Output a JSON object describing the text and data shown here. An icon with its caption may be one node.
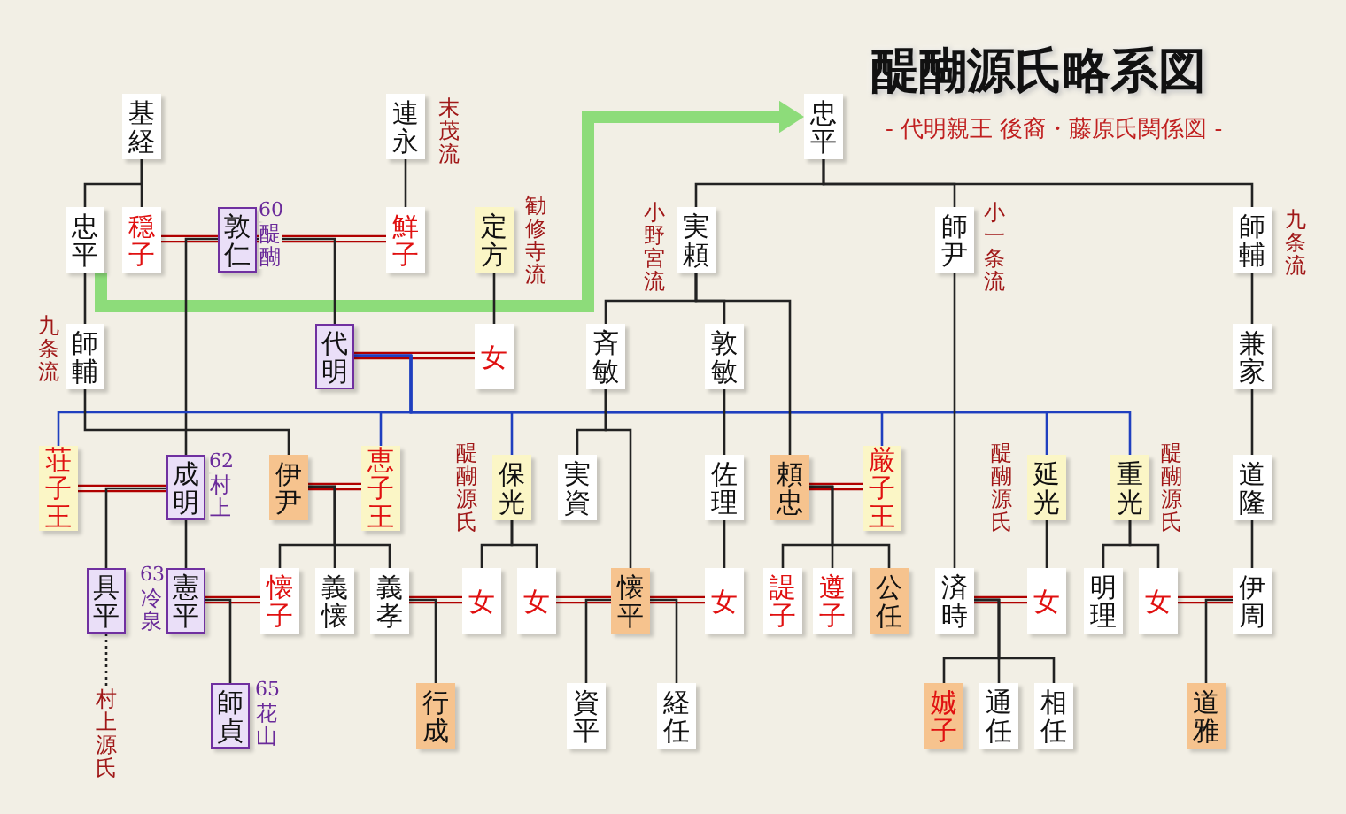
{
  "diagram": {
    "title": "醍醐源氏略系図",
    "caption": "- 代明親王 後裔・藤原氏関係図 -",
    "nodes": [
      {
        "text": [
          "基経"
        ]
      },
      {
        "text": [
          "連永"
        ],
        "beside": [
          "末茂流"
        ]
      },
      {
        "text": [
          "忠平"
        ]
      },
      {
        "text": [
          "忠平"
        ]
      },
      {
        "text": [
          "穏子"
        ]
      },
      {
        "text": [
          "敦仁"
        ],
        "beside": [
          "60",
          "醍醐"
        ]
      },
      {
        "text": [
          "鮮子"
        ]
      },
      {
        "text": [
          "定方"
        ],
        "beside": [
          "勧修寺流"
        ]
      },
      {
        "text": [
          "実頼"
        ],
        "beside": [
          "小野宮流"
        ]
      },
      {
        "text": [
          "師尹"
        ],
        "beside": [
          "小一条流"
        ]
      },
      {
        "text": [
          "師輔"
        ],
        "beside": [
          "九条流"
        ]
      },
      {
        "text": [
          "師輔"
        ],
        "beside": [
          "九条流"
        ]
      },
      {
        "text": [
          "代明"
        ]
      },
      {
        "text": [
          "女"
        ]
      },
      {
        "text": [
          "斉敏"
        ]
      },
      {
        "text": [
          "敦敏"
        ]
      },
      {
        "text": [
          "兼家"
        ]
      },
      {
        "text": [
          "荘子王"
        ]
      },
      {
        "text": [
          "成明"
        ],
        "beside": [
          "62",
          "村上"
        ]
      },
      {
        "text": [
          "伊尹"
        ]
      },
      {
        "text": [
          "恵子王"
        ]
      },
      {
        "text": [
          "保光"
        ],
        "beside": [
          "醍醐源氏"
        ]
      },
      {
        "text": [
          "実資"
        ]
      },
      {
        "text": [
          "佐理"
        ]
      },
      {
        "text": [
          "頼忠"
        ]
      },
      {
        "text": [
          "厳子王"
        ]
      },
      {
        "text": [
          "延光"
        ],
        "beside": [
          "醍醐源氏"
        ]
      },
      {
        "text": [
          "重光"
        ],
        "beside": [
          "醍醐源氏"
        ]
      },
      {
        "text": [
          "道隆"
        ]
      },
      {
        "text": [
          "具平"
        ]
      },
      {
        "text": [
          "憲平"
        ],
        "beside": [
          "63",
          "冷泉"
        ]
      },
      {
        "text": [
          "懐子"
        ]
      },
      {
        "text": [
          "義懐"
        ]
      },
      {
        "text": [
          "義孝"
        ]
      },
      {
        "text": [
          "女"
        ]
      },
      {
        "text": [
          "女"
        ]
      },
      {
        "text": [
          "懐平"
        ]
      },
      {
        "text": [
          "女"
        ]
      },
      {
        "text": [
          "諟子"
        ]
      },
      {
        "text": [
          "遵子"
        ]
      },
      {
        "text": [
          "公任"
        ]
      },
      {
        "text": [
          "済時"
        ]
      },
      {
        "text": [
          "女"
        ]
      },
      {
        "text": [
          "明理"
        ]
      },
      {
        "text": [
          "女"
        ]
      },
      {
        "text": [
          "伊周"
        ]
      },
      {
        "text": [
          "師貞"
        ],
        "beside": [
          "65",
          "花山"
        ]
      },
      {
        "text": [
          "行成"
        ]
      },
      {
        "text": [
          "資平"
        ]
      },
      {
        "text": [
          "経任"
        ]
      },
      {
        "text": [
          "娍子"
        ]
      },
      {
        "text": [
          "通任"
        ]
      },
      {
        "text": [
          "相任"
        ]
      },
      {
        "text": [
          "道雅"
        ]
      },
      {
        "text": [
          "村上源氏"
        ]
      }
    ],
    "edges": [
      {
        "from": 0,
        "to": 3,
        "arrow": "none"
      },
      {
        "from": 0,
        "to": 4,
        "arrow": "none"
      },
      {
        "from": 4,
        "to": 5,
        "arrow": "none",
        "color": "#b00000"
      },
      {
        "from": 5,
        "to": 6,
        "arrow": "none",
        "color": "#b00000"
      },
      {
        "from": 1,
        "to": 6,
        "arrow": "none"
      },
      {
        "from": 5,
        "to": 18,
        "arrow": "none"
      },
      {
        "from": 5,
        "to": 12,
        "arrow": "none"
      },
      {
        "from": 7,
        "to": 13,
        "arrow": "none"
      },
      {
        "from": 12,
        "to": 13,
        "arrow": "none",
        "color": "#b00000"
      },
      {
        "from": 12,
        "to": 17,
        "arrow": "none",
        "color": "#1f3fbf"
      },
      {
        "from": 12,
        "to": 20,
        "arrow": "none",
        "color": "#1f3fbf"
      },
      {
        "from": 12,
        "to": 21,
        "arrow": "none",
        "color": "#1f3fbf"
      },
      {
        "from": 12,
        "to": 25,
        "arrow": "none",
        "color": "#1f3fbf"
      },
      {
        "from": 12,
        "to": 26,
        "arrow": "none",
        "color": "#1f3fbf"
      },
      {
        "from": 12,
        "to": 27,
        "arrow": "none",
        "color": "#1f3fbf"
      },
      {
        "from": 3,
        "to": 11,
        "arrow": "none"
      },
      {
        "from": 11,
        "to": 19,
        "arrow": "none"
      },
      {
        "from": 2,
        "to": 8,
        "arrow": "none"
      },
      {
        "from": 2,
        "to": 9,
        "arrow": "none"
      },
      {
        "from": 2,
        "to": 10,
        "arrow": "none"
      },
      {
        "from": 8,
        "to": 14,
        "arrow": "none"
      },
      {
        "from": 8,
        "to": 15,
        "arrow": "none"
      },
      {
        "from": 8,
        "to": 24,
        "arrow": "none"
      },
      {
        "from": 14,
        "to": 22,
        "arrow": "none"
      },
      {
        "from": 14,
        "to": 36,
        "arrow": "none"
      },
      {
        "from": 15,
        "to": 23,
        "arrow": "none"
      },
      {
        "from": 23,
        "to": 37,
        "arrow": "none"
      },
      {
        "from": 9,
        "to": 41,
        "arrow": "none"
      },
      {
        "from": 10,
        "to": 16,
        "arrow": "none"
      },
      {
        "from": 16,
        "to": 28,
        "arrow": "none"
      },
      {
        "from": 28,
        "to": 45,
        "arrow": "none"
      },
      {
        "from": 17,
        "to": 18,
        "arrow": "none",
        "color": "#b00000"
      },
      {
        "from": 18,
        "to": 29,
        "arrow": "none"
      },
      {
        "from": 18,
        "to": 30,
        "arrow": "none"
      },
      {
        "from": 19,
        "to": 20,
        "arrow": "none",
        "color": "#b00000"
      },
      {
        "from": 19,
        "to": 31,
        "arrow": "none"
      },
      {
        "from": 19,
        "to": 32,
        "arrow": "none"
      },
      {
        "from": 19,
        "to": 33,
        "arrow": "none"
      },
      {
        "from": 30,
        "to": 31,
        "arrow": "none",
        "color": "#b00000"
      },
      {
        "from": 30,
        "to": 46,
        "arrow": "none"
      },
      {
        "from": 33,
        "to": 34,
        "arrow": "none",
        "color": "#b00000"
      },
      {
        "from": 33,
        "to": 47,
        "arrow": "none"
      },
      {
        "from": 21,
        "to": 34,
        "arrow": "none"
      },
      {
        "from": 21,
        "to": 35,
        "arrow": "none"
      },
      {
        "from": 35,
        "to": 36,
        "arrow": "none",
        "color": "#b00000"
      },
      {
        "from": 36,
        "to": 48,
        "arrow": "none"
      },
      {
        "from": 36,
        "to": 37,
        "arrow": "none",
        "color": "#b00000"
      },
      {
        "from": 36,
        "to": 49,
        "arrow": "none"
      },
      {
        "from": 24,
        "to": 25,
        "arrow": "none",
        "color": "#b00000"
      },
      {
        "from": 24,
        "to": 38,
        "arrow": "none"
      },
      {
        "from": 24,
        "to": 39,
        "arrow": "none"
      },
      {
        "from": 24,
        "to": 40,
        "arrow": "none"
      },
      {
        "from": 41,
        "to": 42,
        "arrow": "none",
        "color": "#b00000"
      },
      {
        "from": 41,
        "to": 50,
        "arrow": "none"
      },
      {
        "from": 41,
        "to": 51,
        "arrow": "none"
      },
      {
        "from": 41,
        "to": 52,
        "arrow": "none"
      },
      {
        "from": 26,
        "to": 42,
        "arrow": "none"
      },
      {
        "from": 27,
        "to": 43,
        "arrow": "none"
      },
      {
        "from": 27,
        "to": 44,
        "arrow": "none"
      },
      {
        "from": 44,
        "to": 45,
        "arrow": "none",
        "color": "#b00000"
      },
      {
        "from": 45,
        "to": 53,
        "arrow": "none"
      },
      {
        "from": 29,
        "to": 54,
        "arrow": "none",
        "style": "dashed"
      },
      {
        "from": 3,
        "to": 2,
        "arrow": "to",
        "style": "thick",
        "color": "#8ddc7a"
      }
    ]
  }
}
